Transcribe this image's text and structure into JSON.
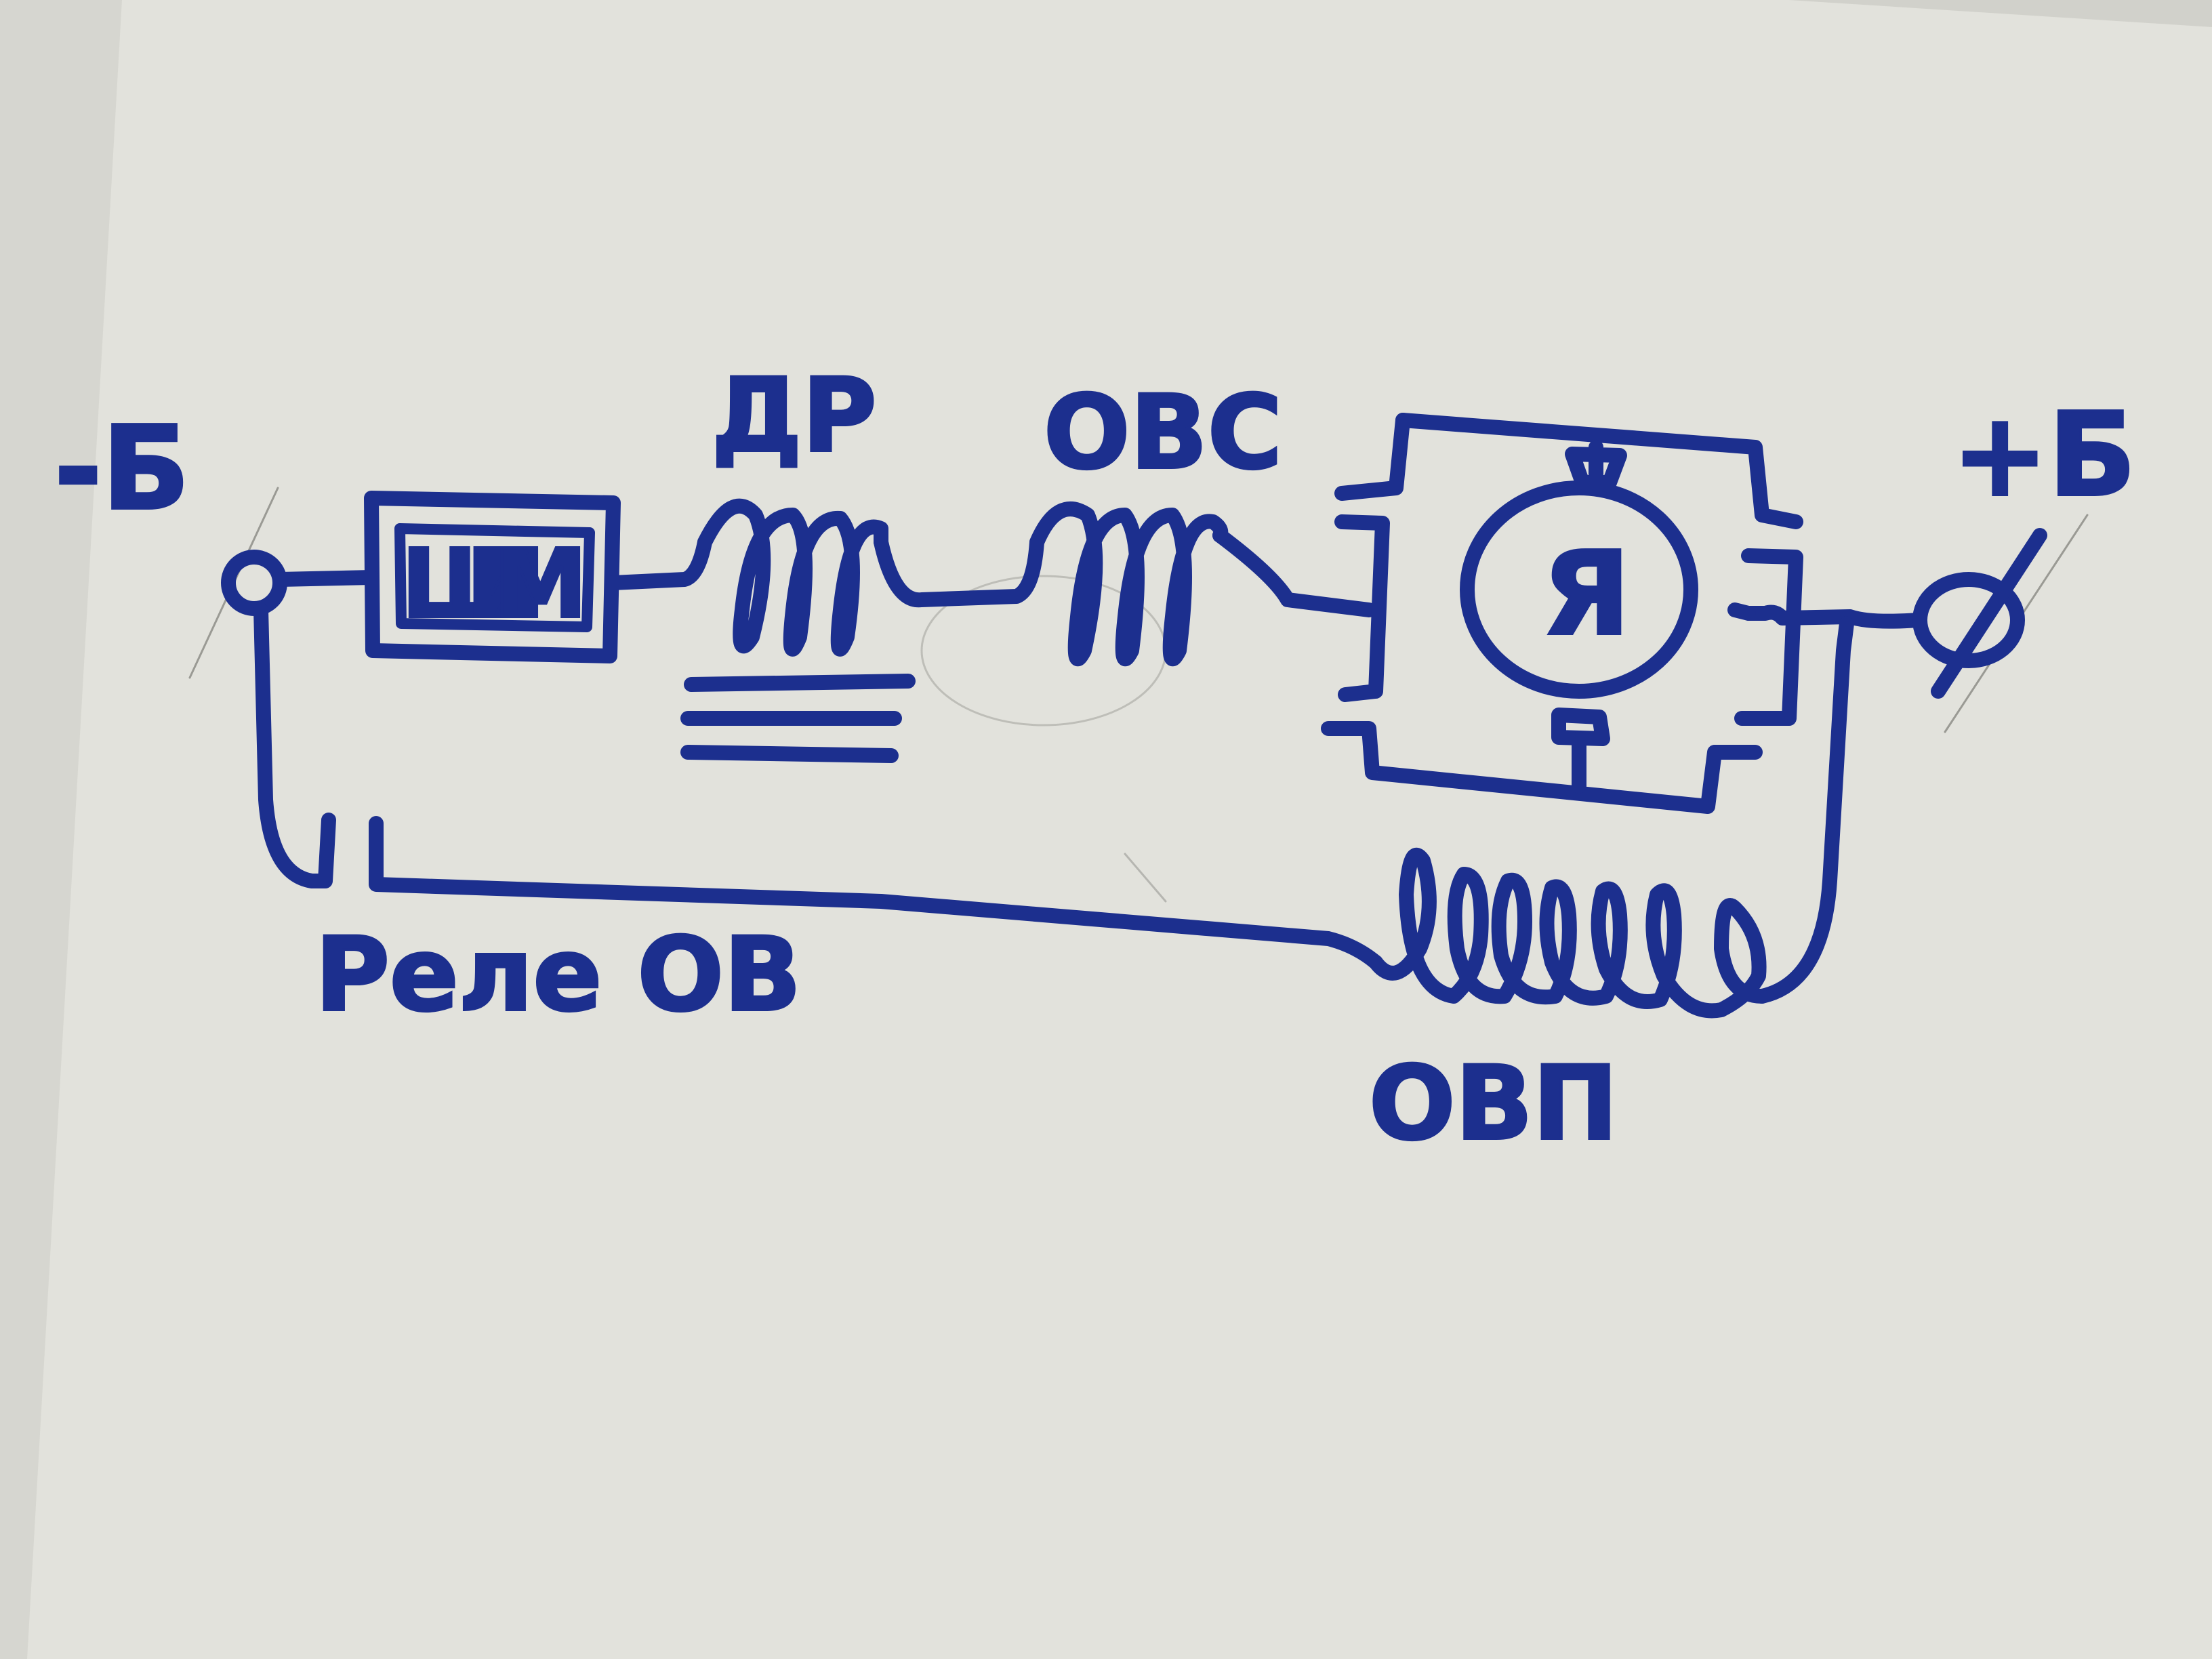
{
  "diagram": {
    "terminals": {
      "negative": "-Б",
      "positive": "+Б"
    },
    "components": {
      "pwm": "ШИМ",
      "choke": "ДР",
      "series_winding": "ОВС",
      "armature": "Я",
      "relay": "Реле ОВ",
      "parallel_winding": "ОВП"
    }
  },
  "colors": {
    "ink": "#1c2f8e",
    "paper": "#e2e2dc",
    "pencil": "#9a9a94"
  }
}
